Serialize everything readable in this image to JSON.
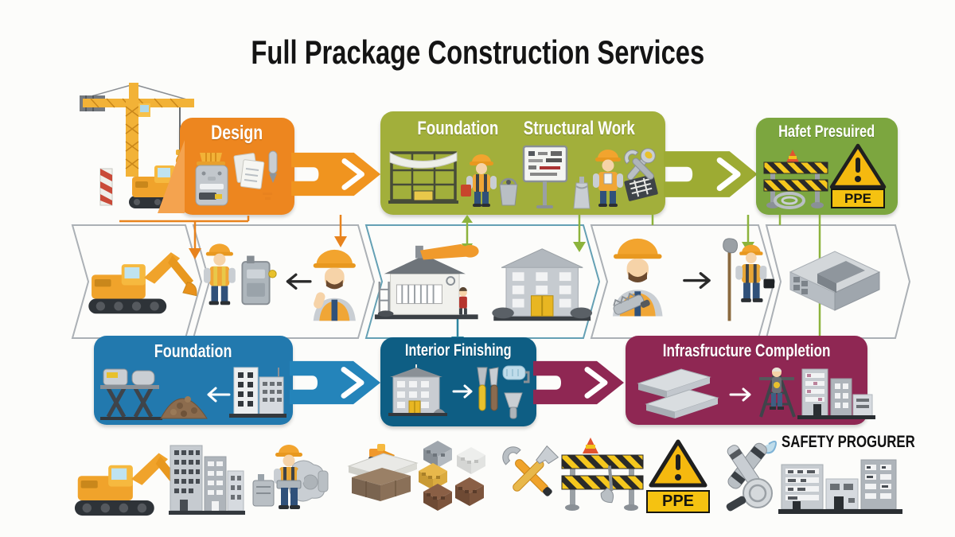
{
  "title": "Full Prackage Construction Services",
  "top_row": {
    "design": {
      "label": "Design"
    },
    "foundation_structural": {
      "foundation_label": "Foundation",
      "structural_label": "Structural Work"
    },
    "safety": {
      "label": "Hafet Presuired",
      "ppe_label": "PPE"
    }
  },
  "bottom_row": {
    "foundation": {
      "label": "Foundation"
    },
    "interior_finishing": {
      "label": "Interior Finishing"
    },
    "infrastructure_completion": {
      "label": "Infrasfructure Completion"
    }
  },
  "footer": {
    "safety_label": "SAFETY PROGURER",
    "ppe_label": "PPE"
  },
  "colors": {
    "orange": "#ED861F",
    "olive": "#A2AF3B",
    "green": "#7CA63F",
    "blue": "#2279AE",
    "teal": "#0E5E84",
    "magenta": "#8F2753",
    "warning_yellow": "#F5B90F",
    "title_text": "#141414"
  },
  "footer_icons": [
    "excavator",
    "city-buildings",
    "worker-with-machine",
    "brick-pallet",
    "construction-blocks",
    "crossed-wrenches",
    "safety-barrier",
    "ppe-warning-sign",
    "survey-tools",
    "safety-program-buildings"
  ]
}
